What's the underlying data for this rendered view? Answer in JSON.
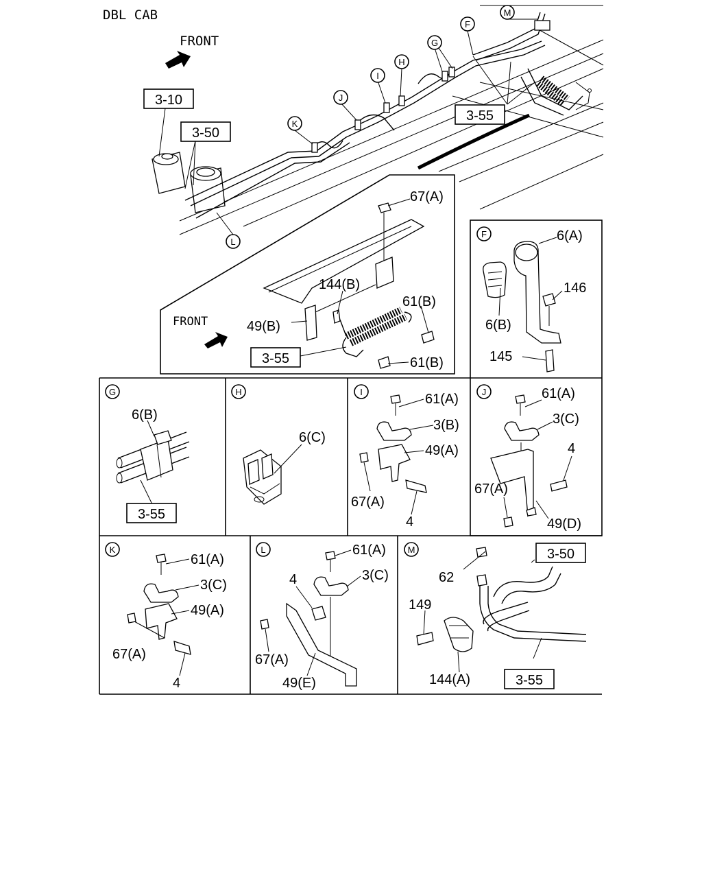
{
  "header": {
    "title": "DBL CAB",
    "front": "FRONT"
  },
  "refs": {
    "r310": "3-10",
    "r350": "3-50",
    "r355": "3-55"
  },
  "callouts": [
    "M",
    "F",
    "G",
    "H",
    "I",
    "J",
    "K",
    "L"
  ],
  "detail_top": {
    "front": "FRONT",
    "labels": {
      "nut": "67(A)",
      "clip": "144(B)",
      "bolt_top": "61(B)",
      "bracket": "49(B)",
      "ref": "3-55",
      "bolt_bottom": "61(B)"
    }
  },
  "panel_F": {
    "letter": "F",
    "labels": {
      "a": "6(A)",
      "b": "146",
      "c": "6(B)",
      "d": "145"
    }
  },
  "panel_G": {
    "letter": "G",
    "labels": {
      "a": "6(B)",
      "ref": "3-55"
    }
  },
  "panel_H": {
    "letter": "H",
    "labels": {
      "a": "6(C)"
    }
  },
  "panel_I": {
    "letter": "I",
    "labels": {
      "a": "61(A)",
      "b": "3(B)",
      "c": "49(A)",
      "d": "67(A)",
      "e": "4"
    }
  },
  "panel_J": {
    "letter": "J",
    "labels": {
      "a": "61(A)",
      "b": "3(C)",
      "c": "4",
      "d": "67(A)",
      "e": "49(D)"
    }
  },
  "panel_K": {
    "letter": "K",
    "labels": {
      "a": "61(A)",
      "b": "3(C)",
      "c": "49(A)",
      "d": "67(A)",
      "e": "4"
    }
  },
  "panel_L": {
    "letter": "L",
    "labels": {
      "a": "61(A)",
      "b": "4",
      "c": "3(C)",
      "d": "67(A)",
      "e": "49(E)"
    }
  },
  "panel_M": {
    "letter": "M",
    "labels": {
      "a": "62",
      "b": "3-50",
      "c": "149",
      "d": "144(A)",
      "e": "3-55"
    }
  }
}
